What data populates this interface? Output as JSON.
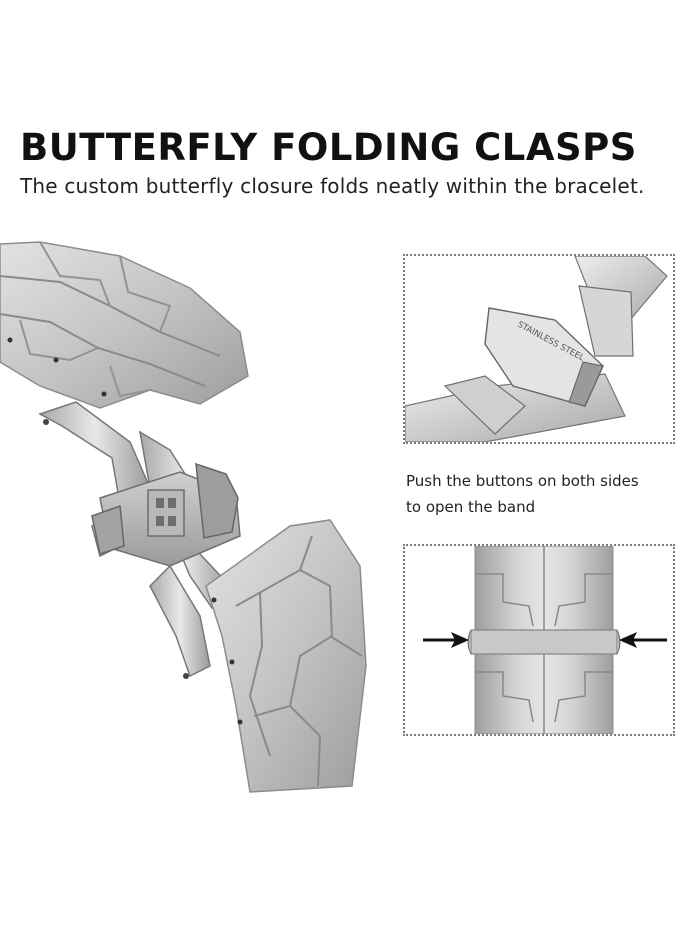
{
  "header": {
    "title": "BUTTERFLY FOLDING CLASPS",
    "subtitle": "The custom butterfly closure folds neatly within the bracelet."
  },
  "detail_top": {
    "engraving": "STAINLESS STEEL"
  },
  "instruction": {
    "line1": "Push the buttons on both sides",
    "line2": "to open the band"
  },
  "icons": {
    "left_arrow": "arrow-right-icon",
    "right_arrow": "arrow-left-icon"
  },
  "colors": {
    "metal_light": "#d9d9d9",
    "metal_mid": "#b9b9b9",
    "metal_dark": "#8c8c8c",
    "border": "#7a7a7a",
    "text": "#111111"
  }
}
